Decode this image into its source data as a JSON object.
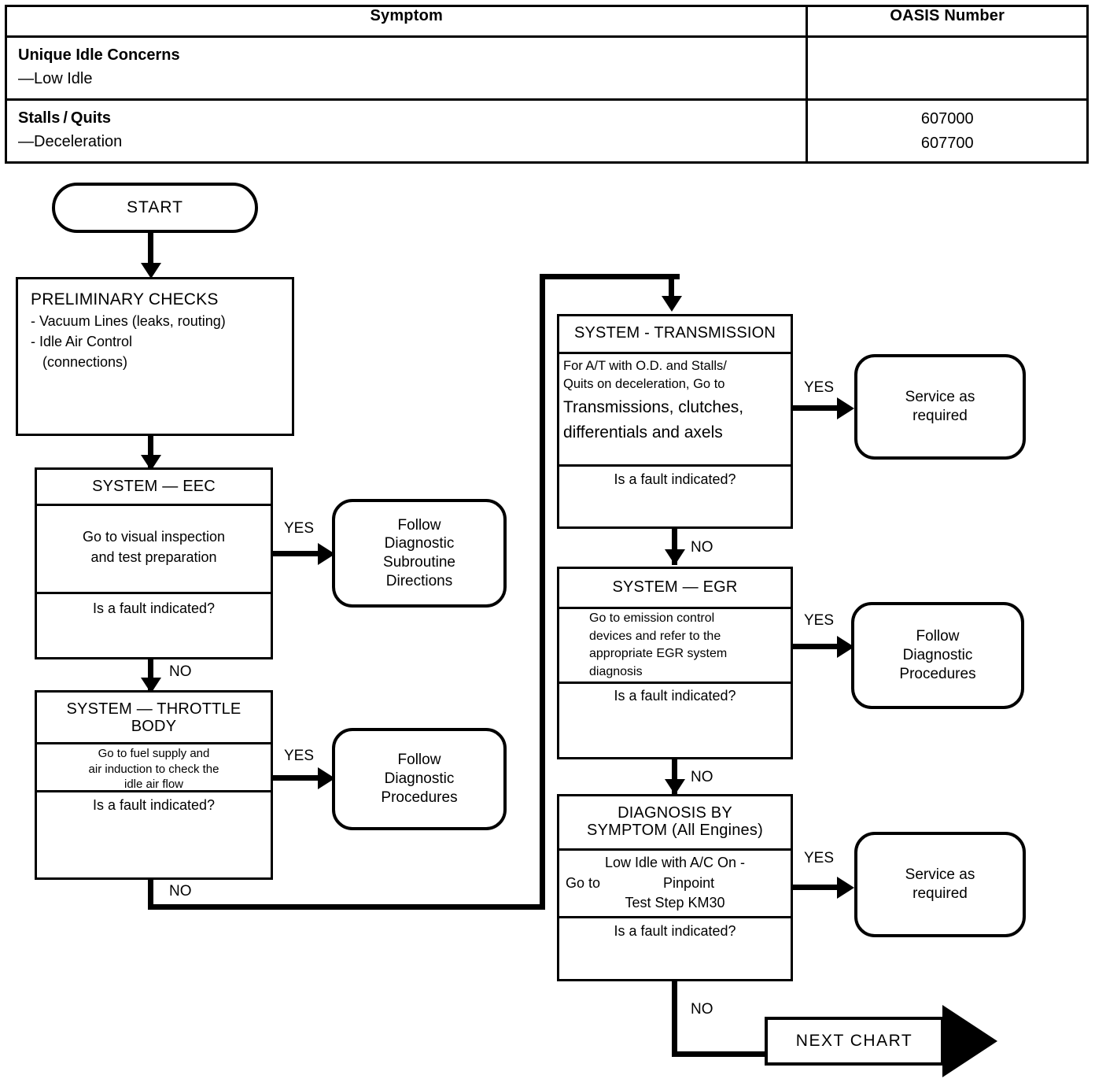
{
  "table": {
    "headers": [
      "Symptom",
      "OASIS Number"
    ],
    "rows": [
      {
        "title": "Unique Idle Concerns",
        "sub": "—Low Idle",
        "oasis": []
      },
      {
        "title": "Stalls / Quits",
        "sub": "—Deceleration",
        "oasis": [
          "607000",
          "607700"
        ]
      }
    ]
  },
  "flow": {
    "start": "START",
    "preliminary": {
      "title": "PRELIMINARY CHECKS",
      "items": [
        "- Vacuum Lines (leaks, routing)",
        "- Idle Air Control",
        "   (connections)"
      ]
    },
    "eec": {
      "header": "SYSTEM — EEC",
      "body": [
        "Go to visual inspection",
        "and test preparation"
      ],
      "question": "Is a fault indicated?",
      "yes_label": "YES",
      "no_label": "NO",
      "yes_target": [
        "Follow",
        "Diagnostic",
        "Subroutine",
        "Directions"
      ]
    },
    "throttle": {
      "header": [
        "SYSTEM — THROTTLE",
        "BODY"
      ],
      "body": [
        "Go to fuel supply and",
        "air induction to check the",
        "idle air flow"
      ],
      "question": "Is a fault indicated?",
      "yes_label": "YES",
      "no_label": "NO",
      "yes_target": [
        "Follow",
        "Diagnostic",
        "Procedures"
      ]
    },
    "transmission": {
      "header": "SYSTEM - TRANSMISSION",
      "body_small": [
        "For A/T with O.D. and Stalls/",
        "Quits on deceleration, Go to"
      ],
      "body_large": [
        "Transmissions, clutches,",
        "differentials and axels"
      ],
      "question": "Is a fault indicated?",
      "yes_label": "YES",
      "no_label": "NO",
      "yes_target": [
        "Service as",
        "required"
      ]
    },
    "egr": {
      "header": "SYSTEM — EGR",
      "body": [
        "Go to emission control",
        "devices and refer to the",
        "appropriate EGR system",
        "diagnosis"
      ],
      "question": "Is a fault indicated?",
      "yes_label": "YES",
      "no_label": "NO",
      "yes_target": [
        "Follow",
        "Diagnostic",
        "Procedures"
      ]
    },
    "symptom": {
      "header": [
        "DIAGNOSIS BY",
        "SYMPTOM (All Engines)"
      ],
      "body": [
        "Low Idle with A/C On -",
        "Go to                Pinpoint",
        "Test Step KM30"
      ],
      "question": "Is a fault indicated?",
      "yes_label": "YES",
      "no_label": "NO",
      "yes_target": [
        "Service as",
        "required"
      ]
    },
    "next_chart": "NEXT  CHART"
  },
  "colors": {
    "ink": "#000000",
    "paper": "#ffffff"
  }
}
